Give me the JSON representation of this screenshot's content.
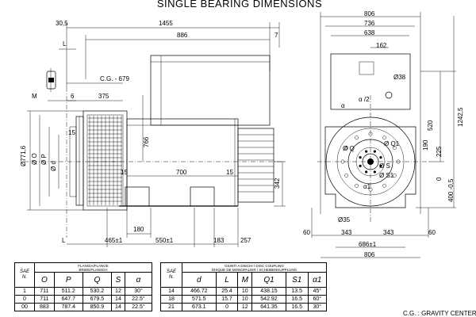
{
  "title": "SINGLE BEARING DIMENSIONS",
  "side_view": {
    "dims": {
      "d_30_5": "30,5",
      "d_1455": "1455",
      "d_886": "886",
      "d_7": "7",
      "cg": "C.G. - 679",
      "d_375": "375",
      "m": "M",
      "d_6": "6",
      "l_top": "L",
      "d_15a": "15",
      "d_766": "766",
      "phi_771_6": "Ø771,6",
      "phi_o": "Ø O",
      "phi_p": "Ø P",
      "phi_d": "Ø d",
      "d_15b": "15",
      "d_700": "700",
      "d_15c": "15",
      "d_342": "342",
      "d_180": "180",
      "l_bottom": "L",
      "d_465": "465±1",
      "d_550": "550±1",
      "d_183": "183",
      "d_257": "257"
    }
  },
  "front_view": {
    "dims": {
      "d_806_top": "806",
      "d_736": "736",
      "d_638": "638",
      "d_162": "162",
      "phi_38": "Ø38",
      "alpha": "α",
      "alpha2": "α /2",
      "d_520": "520",
      "d_1242_5": "1242,5",
      "d_190": "190",
      "d_225": "225",
      "phi_q": "Ø Q",
      "phi_q1": "Ø Q1",
      "phi_s": "Ø S",
      "phi_s1": "Ø S1",
      "alpha1": "α1",
      "d_0": "0",
      "d_400": "400 -0,5",
      "phi_35": "Ø35",
      "d_60_left": "60",
      "d_343_left": "343",
      "d_343_right": "343",
      "d_60_right": "60",
      "d_686": "686±1",
      "d_806_bottom": "806"
    }
  },
  "flange_table": {
    "header_en": "FLANGIA/FLANGE",
    "header_de": "BRIDE/FLANSCH",
    "sae_label": "SAE",
    "sae_n": "N.",
    "columns": [
      "O",
      "P",
      "Q",
      "S",
      "α"
    ],
    "rows": [
      [
        "1",
        "711",
        "511.2",
        "530.2",
        "12",
        "30°"
      ],
      [
        "0",
        "711",
        "647.7",
        "679.5",
        "14",
        "22.5°"
      ],
      [
        "00",
        "883",
        "787.4",
        "850.9",
        "14",
        "22.5°"
      ]
    ]
  },
  "coupling_table": {
    "header_it": "GIUNTI A DISCHI / DISC COUPLING",
    "header_fr": "DISQUE DE MONOPALIER / SCHEIBENKUPPLUNG",
    "sae_label": "SAE",
    "sae_n": "N.",
    "columns": [
      "d",
      "L",
      "M",
      "Q1",
      "S1",
      "α1"
    ],
    "rows": [
      [
        "14",
        "466.72",
        "25.4",
        "10",
        "438.15",
        "13.5",
        "45°"
      ],
      [
        "18",
        "571.5",
        "15.7",
        "10",
        "542.92",
        "16.5",
        "60°"
      ],
      [
        "21",
        "673.1",
        "0",
        "12",
        "641.35",
        "16.5",
        "30°"
      ]
    ]
  },
  "cg_note": "C.G. : GRAVITY CENTER"
}
